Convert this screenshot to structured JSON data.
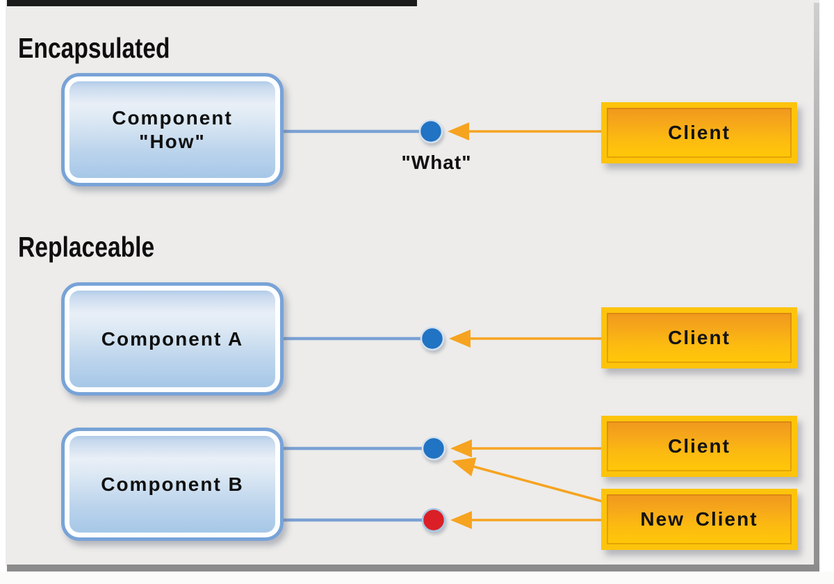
{
  "headings": {
    "section1": "Encapsulated",
    "section2": "Replaceable"
  },
  "components": [
    {
      "line1": "Component",
      "line2": "\"How\""
    },
    {
      "label": "Component A"
    },
    {
      "label": "Component B"
    }
  ],
  "clients": [
    {
      "label": "Client"
    },
    {
      "label": "Client"
    },
    {
      "label": "Client"
    },
    {
      "label": "New Client"
    }
  ],
  "interface_label": "\"What\"",
  "colors": {
    "page_bg": "#ffffff",
    "canvas_bg": "#edecea",
    "frame_top": "#1b1b1b",
    "frame_side": "#8f8f8f",
    "component_border": "#78a3d7",
    "component_fill": "#aecdea",
    "client_frame": "#fdc40c",
    "client_fill_top": "#f0981e",
    "client_fill_bottom": "#ffc808",
    "interface_blue": "#2173c3",
    "interface_red": "#da1f26",
    "connector_blue": "#7ba1d4",
    "connector_orange": "#f6a320",
    "text_color": "#101010"
  }
}
